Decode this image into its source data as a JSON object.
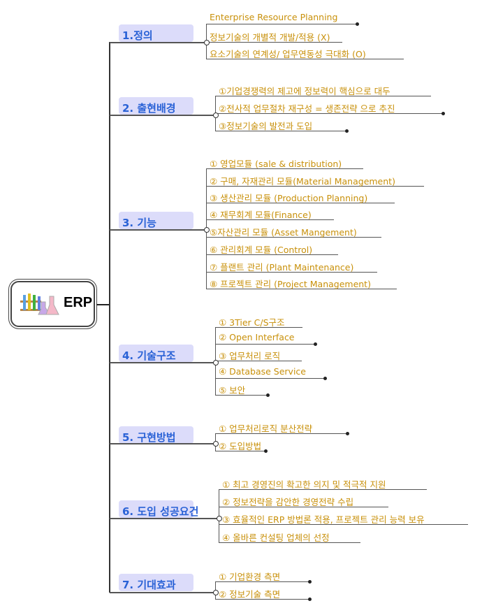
{
  "root": {
    "title": "ERP",
    "icon": "lab-flask-icon"
  },
  "colors": {
    "item_text": "#c8900a",
    "topic_text": "#2a62d6",
    "topic_bg": "#dcdcfa"
  },
  "topics": [
    {
      "label": "1.정의",
      "items": [
        "Enterprise Resource Planning",
        "정보기술의 개별적 개발/적용 (X)",
        "요소기술의 연계성/ 업무연동성 극대화 (O)"
      ]
    },
    {
      "label": "2. 출현배경",
      "items": [
        "①기업경쟁력의 제고에 정보력이 핵심으로 대두",
        "②전사적 업무절차 재구성 = 생존전략 으로 추진",
        "③정보기술의 발전과 도입"
      ]
    },
    {
      "label": "3. 기능",
      "items": [
        "① 영업모듈 (sale & distribution)",
        "② 구매, 자재관리 모듈(Material Management)",
        "③ 생산관리 모듈 (Production Planning)",
        "④ 재무회계 모듈(Finance)",
        "⑤자산관리 모듈 (Asset Mangement)",
        "⑥ 관리회계 모듈 (Control)",
        "⑦ 플랜트 관리 (Plant Maintenance)",
        "⑧ 프로젝트 관리 (Project Management)"
      ]
    },
    {
      "label": "4. 기술구조",
      "items": [
        "① 3Tier C/S구조",
        "② Open Interface",
        "③ 업무처리 로직",
        "④ Database Service",
        "⑤ 보안"
      ]
    },
    {
      "label": "5. 구현방법",
      "items": [
        "① 업무처리로직 분산전략",
        "② 도입방법"
      ]
    },
    {
      "label": "6. 도입 성공요건",
      "items": [
        "① 최고 경영진의 확고한 의지 및 적극적 지원",
        "② 정보전략을 감안한 경영전략 수립",
        "③ 효율적인 ERP 방법론 적용, 프로젝트 관리 능력 보유",
        "④ 올바른 컨설팅 업체의 선정"
      ]
    },
    {
      "label": "7. 기대효과",
      "items": [
        "① 기업환경 측면",
        "② 정보기술 측면"
      ]
    }
  ]
}
